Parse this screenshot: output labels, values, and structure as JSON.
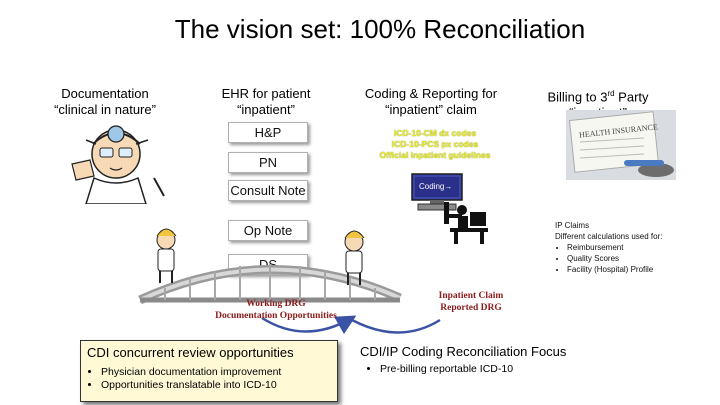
{
  "title": "The vision set:  100% Reconciliation",
  "columns": {
    "documentation": [
      "Documentation",
      "“clinical in nature”"
    ],
    "ehr": [
      "EHR for patient",
      "“inpatient”"
    ],
    "coding": [
      "Coding & Reporting for",
      "“inpatient” claim"
    ],
    "billing": [
      "Billing to 3",
      "rd",
      " Party",
      "“inpatient”"
    ]
  },
  "doc_items": [
    "H&P",
    "PN",
    "Consult Note",
    "Op Note",
    "DS"
  ],
  "icd_lines": [
    "ICD-10-CM dx codes",
    "ICD-10-PCS px codes",
    "Official inpatient guidelines"
  ],
  "monitor_label": "Coding→",
  "insurance_label": "HEALTH INSURANCE",
  "ip_claims": {
    "line1": "IP Claims",
    "line2": "Different calculations used for:",
    "items": [
      "Reimbursement",
      "Quality Scores",
      "Facility (Hospital) Profile"
    ]
  },
  "working_drg": [
    "Working DRG",
    "Documentation Opportunities"
  ],
  "inpatient_claim": [
    "Inpatient Claim",
    "Reported DRG"
  ],
  "cdi_panel": {
    "heading": "CDI concurrent review opportunities",
    "items": [
      "Physician documentation improvement",
      "Opportunities translatable into ICD-10"
    ]
  },
  "reconciliation": {
    "heading": "CDI/IP Coding Reconciliation Focus",
    "item": "Pre-billing reportable  ICD-10"
  },
  "colors": {
    "icd_text": "#e6ec2a",
    "panel_bg": "#fff9d6",
    "drg_text": "#8b1a1a",
    "arc_blue": "#3a53a4"
  }
}
